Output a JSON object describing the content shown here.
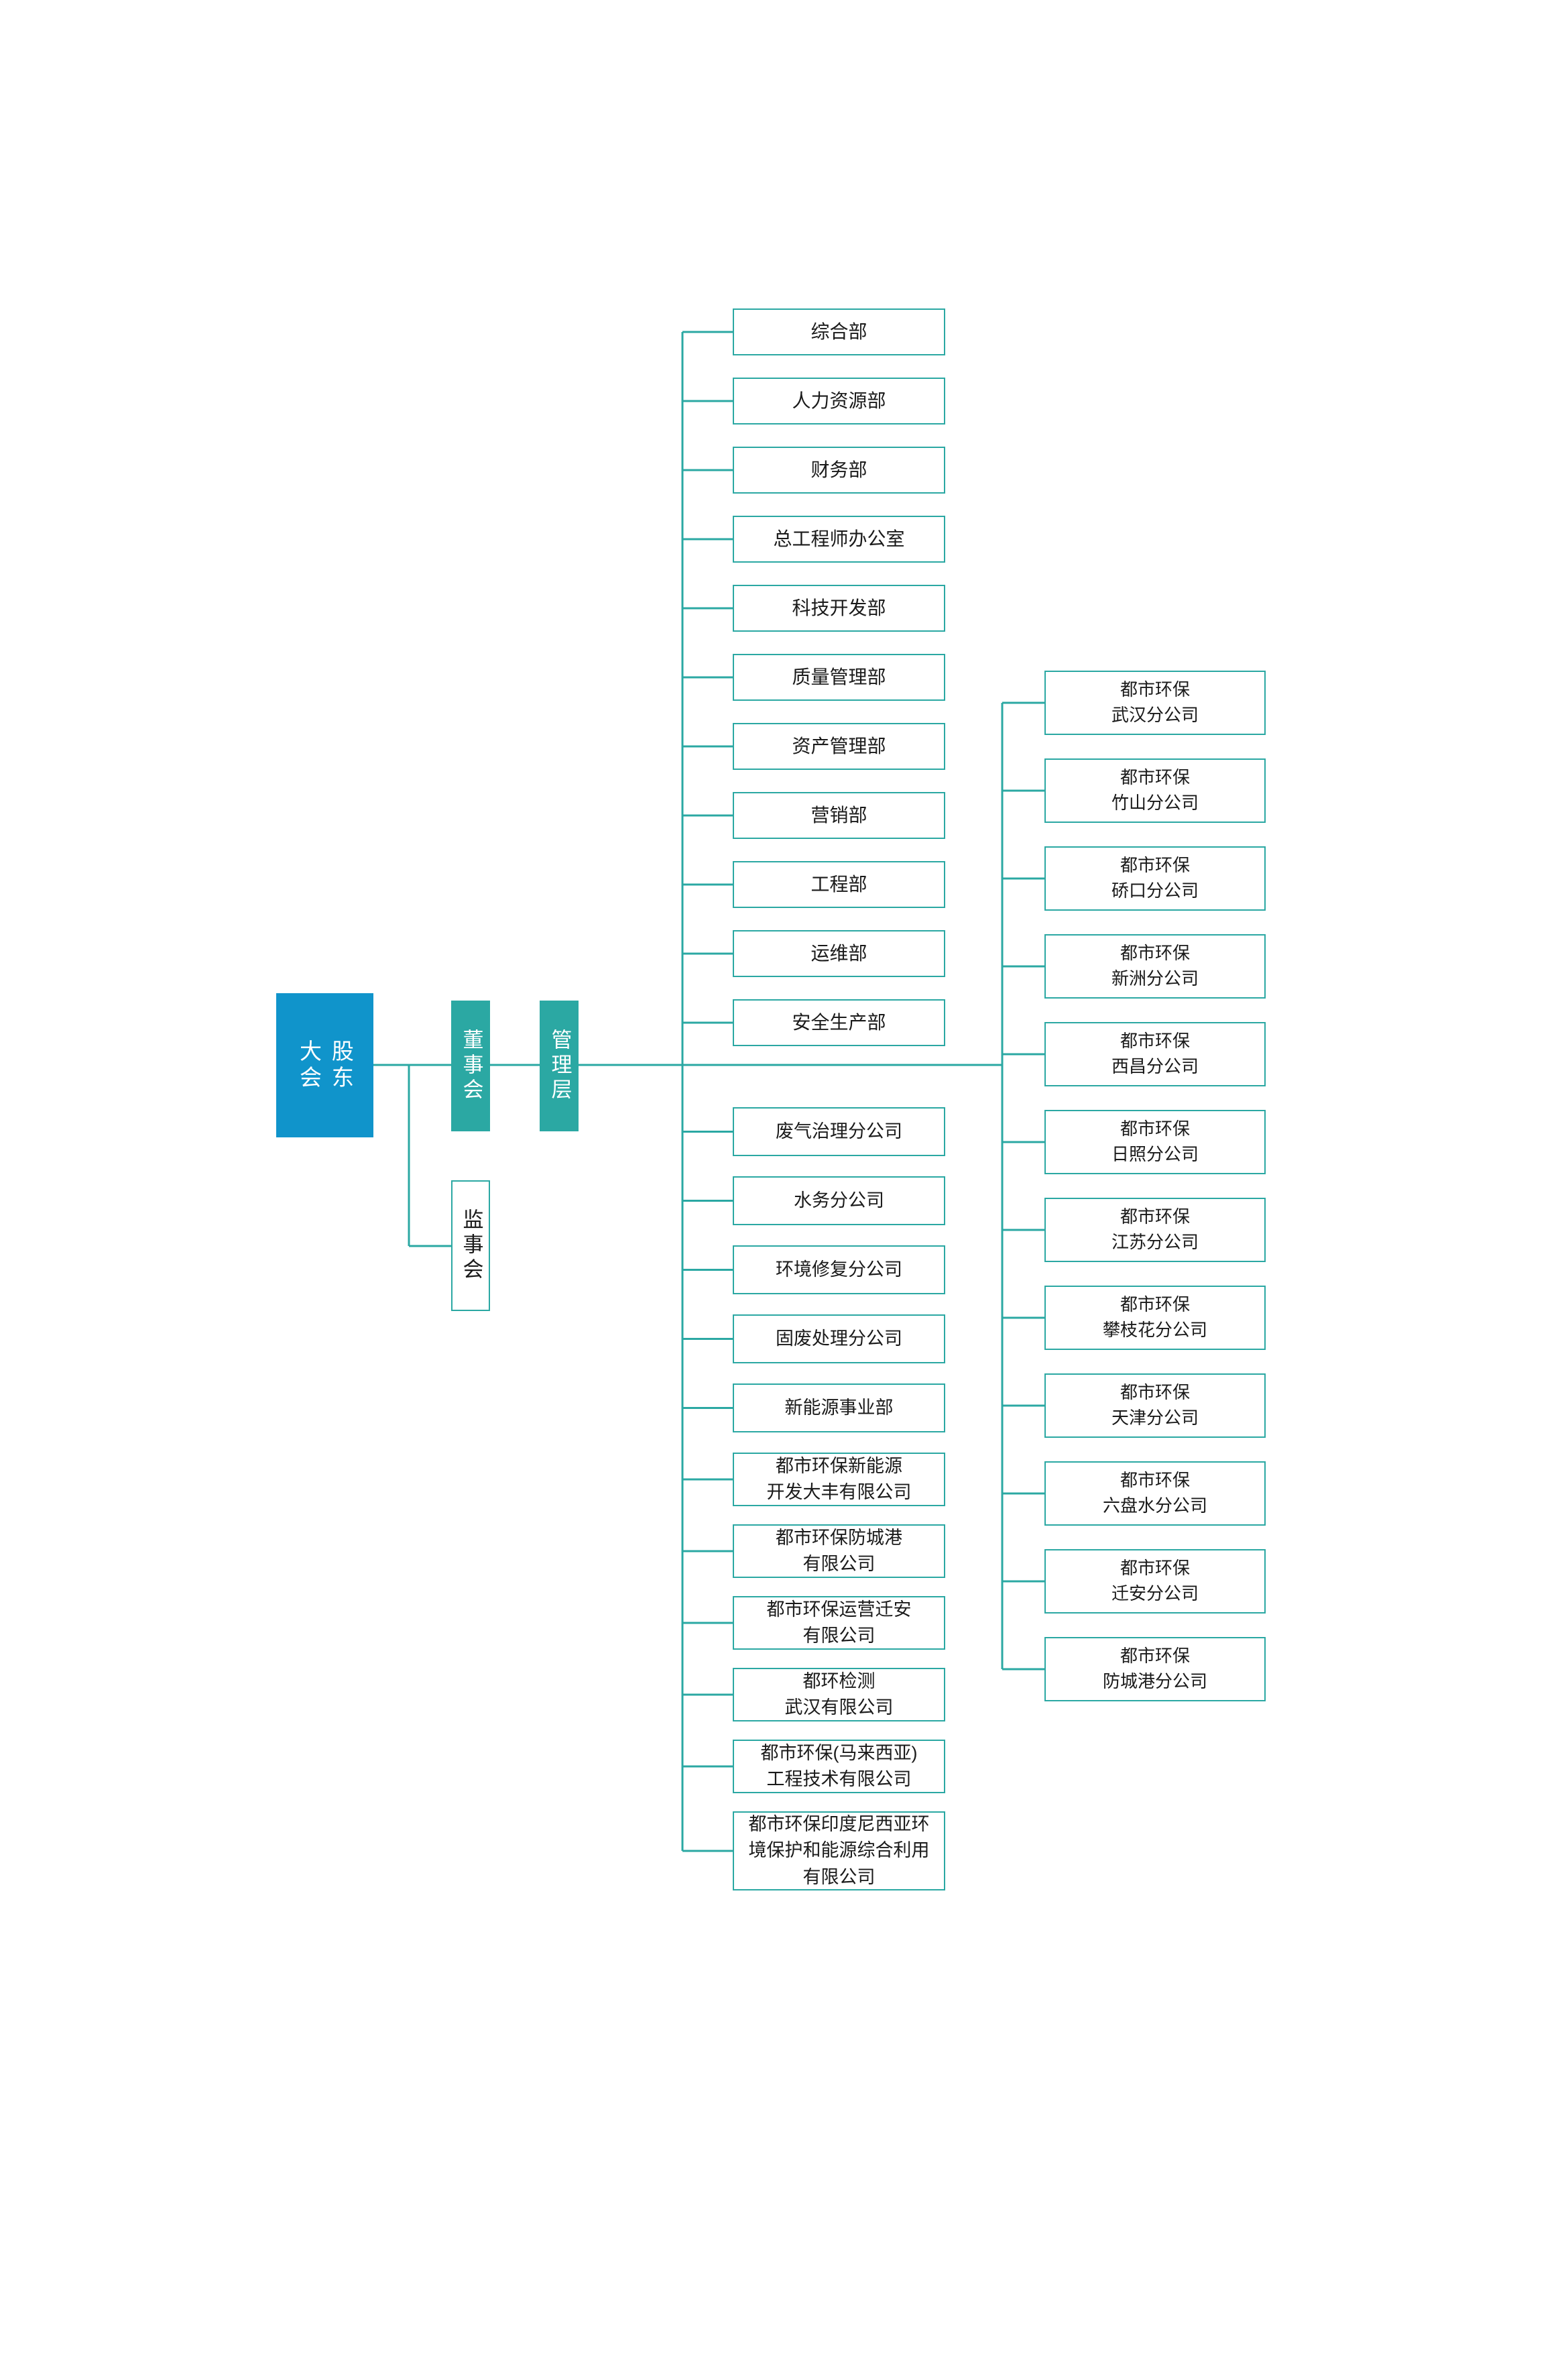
{
  "diagram": {
    "type": "organization-chart",
    "title": "",
    "colors": {
      "accent_blue": "#1094CB",
      "accent_teal": "#2BA8A3",
      "connector": "#2BA8A3",
      "box_border": "#2BA8A3",
      "box_fill": "#FFFFFF",
      "text_dark": "#1A1A1A",
      "text_light": "#FFFFFF"
    }
  },
  "governance": {
    "shareholders_meeting": "股东\n大会",
    "board_of_directors": "董事会",
    "management_layer": "管理层",
    "supervisory_board": "监事会"
  },
  "departments": [
    {
      "label": "综合部"
    },
    {
      "label": "人力资源部"
    },
    {
      "label": "财务部"
    },
    {
      "label": "总工程师办公室"
    },
    {
      "label": "科技开发部"
    },
    {
      "label": "质量管理部"
    },
    {
      "label": "资产管理部"
    },
    {
      "label": "营销部"
    },
    {
      "label": "工程部"
    },
    {
      "label": "运维部"
    },
    {
      "label": "安全生产部"
    }
  ],
  "subsidiaries": [
    {
      "label": "废气治理分公司"
    },
    {
      "label": "水务分公司"
    },
    {
      "label": "环境修复分公司"
    },
    {
      "label": "固废处理分公司"
    },
    {
      "label": "新能源事业部"
    },
    {
      "label": "都市环保新能源\n开发大丰有限公司"
    },
    {
      "label": "都市环保防城港\n有限公司"
    },
    {
      "label": "都市环保运营迁安\n有限公司"
    },
    {
      "label": "都环检测\n武汉有限公司"
    },
    {
      "label": "都市环保(马来西亚)\n工程技术有限公司"
    },
    {
      "label": "都市环保印度尼西亚环\n境保护和能源综合利用\n有限公司"
    }
  ],
  "branches": [
    {
      "label": "都市环保\n武汉分公司"
    },
    {
      "label": "都市环保\n竹山分公司"
    },
    {
      "label": "都市环保\n硚口分公司"
    },
    {
      "label": "都市环保\n新洲分公司"
    },
    {
      "label": "都市环保\n西昌分公司"
    },
    {
      "label": "都市环保\n日照分公司"
    },
    {
      "label": "都市环保\n江苏分公司"
    },
    {
      "label": "都市环保\n攀枝花分公司"
    },
    {
      "label": "都市环保\n天津分公司"
    },
    {
      "label": "都市环保\n六盘水分公司"
    },
    {
      "label": "都市环保\n迁安分公司"
    },
    {
      "label": "都市环保\n防城港分公司"
    }
  ]
}
